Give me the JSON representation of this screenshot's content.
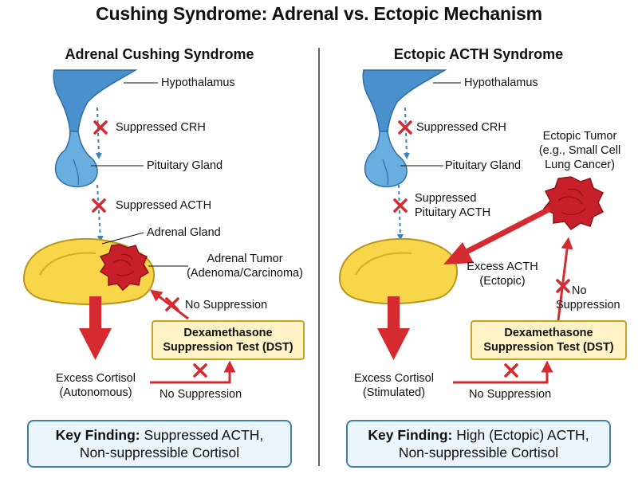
{
  "title": "Cushing Syndrome: Adrenal vs. Ectopic Mechanism",
  "left": {
    "title": "Adrenal Cushing Syndrome",
    "hypothalamus": "Hypothalamus",
    "suppressed_crh": "Suppressed CRH",
    "pituitary": "Pituitary Gland",
    "suppressed_acth": "Suppressed ACTH",
    "adrenal_gland": "Adrenal Gland",
    "tumor_line1": "Adrenal Tumor",
    "tumor_line2": "(Adenoma/Carcinoma)",
    "no_suppression_top": "No Suppression",
    "dst_line1": "Dexamethasone",
    "dst_line2": "Suppression Test (DST)",
    "cortisol_line1": "Excess Cortisol",
    "cortisol_line2": "(Autonomous)",
    "no_suppression_bottom": "No Suppression",
    "key_label": "Key Finding:",
    "key_line1": "Suppressed ACTH,",
    "key_line2": "Non-suppressible Cortisol"
  },
  "right": {
    "title": "Ectopic ACTH Syndrome",
    "hypothalamus": "Hypothalamus",
    "suppressed_crh": "Suppressed CRH",
    "pituitary": "Pituitary Gland",
    "suppressed_line1": "Suppressed",
    "suppressed_line2": "Pituitary ACTH",
    "tumor_line1": "Ectopic Tumor",
    "tumor_line2": "(e.g., Small Cell",
    "tumor_line3": "Lung Cancer)",
    "excess_acth_line1": "Excess ACTH",
    "excess_acth_line2": "(Ectopic)",
    "no_suppression_side_line1": "No",
    "no_suppression_side_line2": "Suppression",
    "dst_line1": "Dexamethasone",
    "dst_line2": "Suppression Test (DST)",
    "cortisol_line1": "Excess Cortisol",
    "cortisol_line2": "(Stimulated)",
    "no_suppression_bottom": "No Suppression",
    "key_label": "Key Finding:",
    "key_line1": "High (Ectopic) ACTH,",
    "key_line2": "Non-suppressible Cortisol"
  },
  "colors": {
    "hypothalamus_blue": "#4a90cc",
    "pituitary_blue": "#6aaee0",
    "adrenal_yellow": "#f7d64a",
    "tumor_red": "#c8202a",
    "arrow_red": "#d42a30",
    "dashed_blue": "#3a82c0",
    "dst_fill": "#fdf3c4",
    "key_fill": "#eaf4fb"
  }
}
